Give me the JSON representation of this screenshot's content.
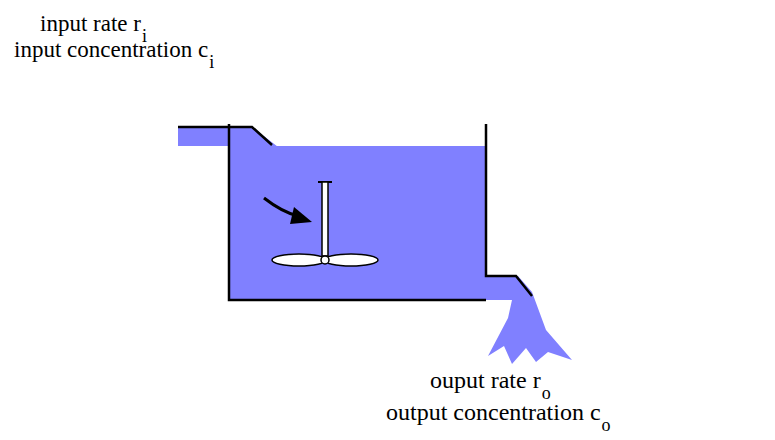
{
  "diagram": {
    "labels": [
      "input rate r",
      "i",
      "input concentration c",
      "i",
      "ouput rate r",
      "o",
      "output concentration c",
      "o"
    ]
  }
}
